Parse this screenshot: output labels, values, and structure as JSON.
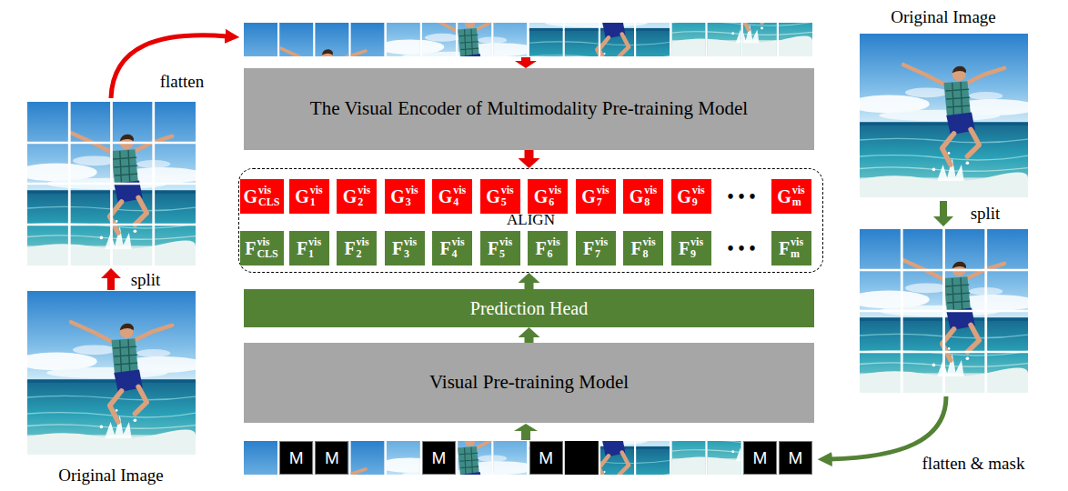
{
  "diagram": {
    "nodes": [
      {
        "text": [
          "The Visual Encoder of Multimodality Pre-training Model"
        ]
      },
      {
        "text": [
          "ALIGN"
        ]
      },
      {
        "text": [
          "G",
          "vis",
          "CLS"
        ],
        "in": 1
      },
      {
        "text": [
          "G",
          "vis",
          "1"
        ],
        "in": 1
      },
      {
        "text": [
          "G",
          "vis",
          "2"
        ],
        "in": 1
      },
      {
        "text": [
          "G",
          "vis",
          "3"
        ],
        "in": 1
      },
      {
        "text": [
          "G",
          "vis",
          "4"
        ],
        "in": 1
      },
      {
        "text": [
          "G",
          "vis",
          "5"
        ],
        "in": 1
      },
      {
        "text": [
          "G",
          "vis",
          "6"
        ],
        "in": 1
      },
      {
        "text": [
          "G",
          "vis",
          "7"
        ],
        "in": 1
      },
      {
        "text": [
          "G",
          "vis",
          "8"
        ],
        "in": 1
      },
      {
        "text": [
          "G",
          "vis",
          "9"
        ],
        "in": 1
      },
      {
        "text": [
          "G",
          "vis",
          "m"
        ],
        "in": 1
      },
      {
        "text": [
          "F",
          "vis",
          "CLS"
        ],
        "in": 1
      },
      {
        "text": [
          "F",
          "vis",
          "1"
        ],
        "in": 1
      },
      {
        "text": [
          "F",
          "vis",
          "2"
        ],
        "in": 1
      },
      {
        "text": [
          "F",
          "vis",
          "3"
        ],
        "in": 1
      },
      {
        "text": [
          "F",
          "vis",
          "4"
        ],
        "in": 1
      },
      {
        "text": [
          "F",
          "vis",
          "5"
        ],
        "in": 1
      },
      {
        "text": [
          "F",
          "vis",
          "6"
        ],
        "in": 1
      },
      {
        "text": [
          "F",
          "vis",
          "7"
        ],
        "in": 1
      },
      {
        "text": [
          "F",
          "vis",
          "8"
        ],
        "in": 1
      },
      {
        "text": [
          "F",
          "vis",
          "9"
        ],
        "in": 1
      },
      {
        "text": [
          "F",
          "vis",
          "m"
        ],
        "in": 1
      },
      {
        "text": [
          "Prediction Head"
        ]
      },
      {
        "text": [
          "Visual Pre-training Model"
        ]
      },
      {
        "text": [
          "M"
        ]
      },
      {
        "text": [
          "M"
        ]
      },
      {
        "text": [
          "M"
        ]
      },
      {
        "text": [
          "M"
        ]
      },
      {
        "text": [
          "M"
        ]
      },
      {
        "text": [
          "M"
        ]
      }
    ],
    "edges": [
      {
        "from": 0,
        "to": 1,
        "arrow": "to"
      },
      {
        "from": 24,
        "to": 1,
        "arrow": "to"
      },
      {
        "from": 25,
        "to": 24,
        "arrow": "to"
      }
    ],
    "labels": [
      "Original Image",
      "flatten",
      "split",
      "split",
      "• • •",
      "• • •",
      "flatten & mask",
      "Original Image"
    ]
  }
}
